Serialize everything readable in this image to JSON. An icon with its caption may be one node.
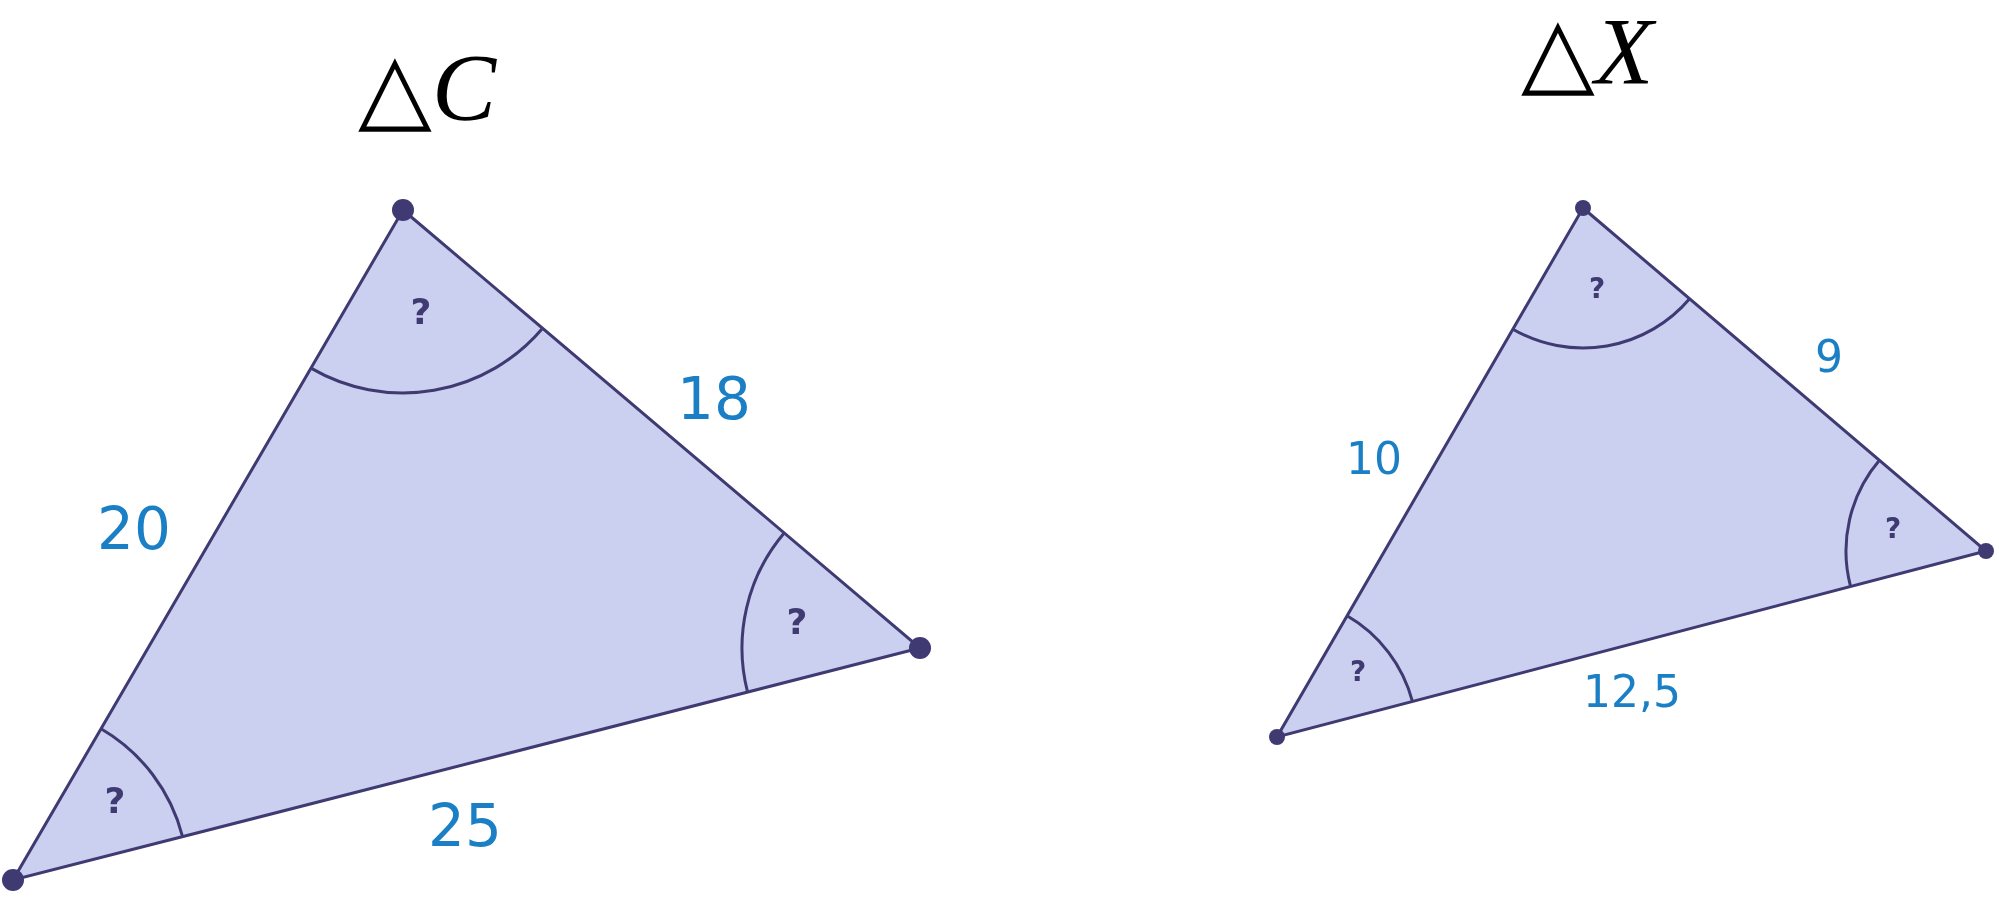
{
  "diagram": {
    "labels": [
      "△*C*",
      "△*X*",
      "?",
      "18",
      "20",
      "?",
      "?",
      "25",
      "?",
      "9",
      "10",
      "?",
      "?",
      "12,5"
    ]
  }
}
